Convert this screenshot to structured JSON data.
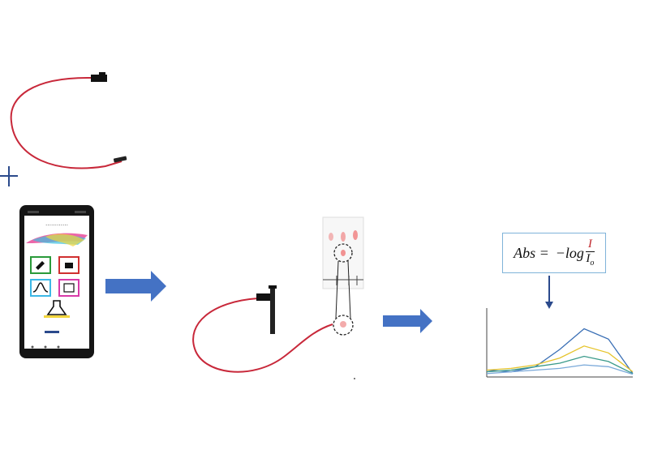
{
  "equation": {
    "lhs": "Abs",
    "op": "=",
    "rhs_prefix": "−log",
    "numerator": "I",
    "denominator": "I",
    "denominator_sub": "o"
  },
  "phone": {
    "buttons": [
      "pen-icon",
      "camera-icon",
      "peak-icon",
      "photo-icon"
    ],
    "flask_icon": "flask-icon"
  },
  "colors": {
    "fiber": "#c8283a",
    "arrow": "#4472c4",
    "plus": "#2b4a8c",
    "eq_border": "#7fb3d9",
    "series": [
      "#3a6fb5",
      "#e6c42c",
      "#3a9a8a",
      "#7aa9d9"
    ]
  },
  "chart_data": {
    "type": "line",
    "title": "",
    "xlabel": "",
    "ylabel": "",
    "series": [
      {
        "x": [
          400,
          450,
          500,
          550,
          600,
          650,
          700
        ],
        "values": [
          0.02,
          0.015,
          0.03,
          0.08,
          0.14,
          0.11,
          0.01
        ]
      },
      {
        "x": [
          400,
          450,
          500,
          550,
          600,
          650,
          700
        ],
        "values": [
          0.02,
          0.025,
          0.035,
          0.055,
          0.09,
          0.07,
          0.015
        ]
      },
      {
        "x": [
          400,
          450,
          500,
          550,
          600,
          650,
          700
        ],
        "values": [
          0.015,
          0.02,
          0.03,
          0.04,
          0.06,
          0.045,
          0.01
        ]
      },
      {
        "x": [
          400,
          450,
          500,
          550,
          600,
          650,
          700
        ],
        "values": [
          0.01,
          0.015,
          0.02,
          0.025,
          0.035,
          0.03,
          0.008
        ]
      }
    ],
    "xlim": [
      400,
      700
    ],
    "ylim": [
      0,
      0.2
    ]
  }
}
